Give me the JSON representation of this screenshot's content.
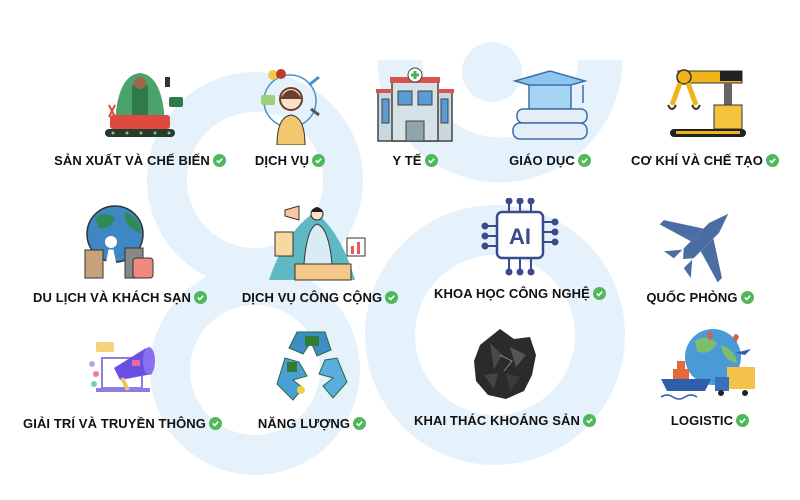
{
  "colors": {
    "background": "#ffffff",
    "decor_blue": "#e6f2fb",
    "label_text": "#111111",
    "check_green": "#4fb85a"
  },
  "sectors": [
    {
      "label": "SẢN XUẤT VÀ CHẾ BIẾN",
      "icon": "factory-worker-conveyor-icon"
    },
    {
      "label": "DỊCH VỤ",
      "icon": "customer-service-woman-icon"
    },
    {
      "label": "Y TẾ",
      "icon": "hospital-building-icon"
    },
    {
      "label": "GIÁO DỤC",
      "icon": "graduation-cap-books-icon"
    },
    {
      "label": "CƠ KHÍ VÀ CHẾ TẠO",
      "icon": "robotic-arm-icon"
    },
    {
      "label": "DU LỊCH VÀ KHÁCH SẠN",
      "icon": "globe-luggage-map-icon"
    },
    {
      "label": "DỊCH VỤ CÔNG CỘNG",
      "icon": "public-speaker-megaphone-icon"
    },
    {
      "label": "KHOA HỌC CÔNG NGHỆ",
      "icon": "ai-chip-icon"
    },
    {
      "label": "QUỐC PHÒNG",
      "icon": "fighter-jet-icon"
    },
    {
      "label": "GIẢI TRÍ VÀ TRUYỀN THÔNG",
      "icon": "laptop-megaphone-icon"
    },
    {
      "label": "NĂNG LƯỢNG",
      "icon": "recycle-energy-icon"
    },
    {
      "label": "KHAI THÁC KHOÁNG SẢN",
      "icon": "coal-ore-icon"
    },
    {
      "label": "LOGISTIC",
      "icon": "globe-ship-truck-plane-icon"
    }
  ],
  "check_icon": "check-circle-icon"
}
